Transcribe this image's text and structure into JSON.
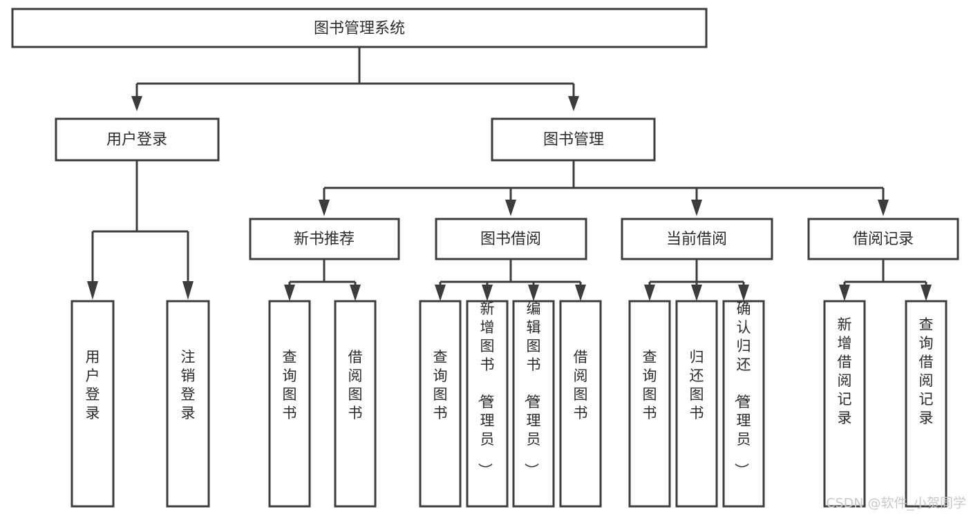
{
  "diagram": {
    "title": "图书管理系统",
    "type": "tree-hierarchy",
    "root": {
      "label": "图书管理系统"
    },
    "level2": [
      {
        "label": "用户登录"
      },
      {
        "label": "图书管理"
      }
    ],
    "level3": [
      {
        "label": "新书推荐"
      },
      {
        "label": "图书借阅"
      },
      {
        "label": "当前借阅"
      },
      {
        "label": "借阅记录"
      }
    ],
    "leaves": {
      "user_login": [
        {
          "label": "用户登录"
        },
        {
          "label": "注销登录"
        }
      ],
      "new_book_recommend": [
        {
          "label": "查询图书"
        },
        {
          "label": "借阅图书"
        }
      ],
      "book_borrow": [
        {
          "label": "查询图书"
        },
        {
          "label": "新增图书（管理员）"
        },
        {
          "label": "编辑图书（管理员）"
        },
        {
          "label": "借阅图书"
        }
      ],
      "current_borrow": [
        {
          "label": "查询图书"
        },
        {
          "label": "归还图书"
        },
        {
          "label": "确认归还（管理员）"
        }
      ],
      "borrow_record": [
        {
          "label": "新增借阅记录"
        },
        {
          "label": "查询借阅记录"
        }
      ]
    },
    "colors": {
      "stroke": "#3c3c3c",
      "fill": "#ffffff",
      "text": "#2b2b2b",
      "watermark": "#c9c9c9"
    }
  },
  "watermark": {
    "text": "CSDN @软件_小贺同学"
  }
}
